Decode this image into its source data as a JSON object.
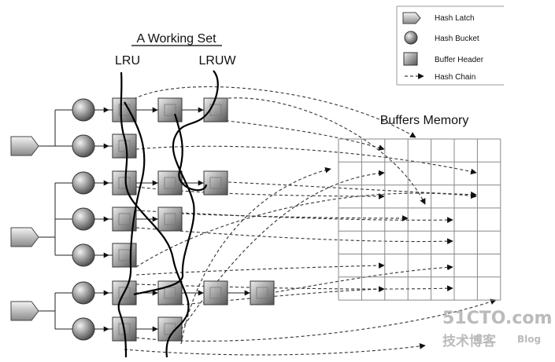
{
  "title": "A Working Set",
  "labels": {
    "lru": "LRU",
    "lruw": "LRUW",
    "buffers_memory": "Buffers Memory"
  },
  "legend": {
    "hash_latch": "Hash Latch",
    "hash_bucket": "Hash Bucket",
    "buffer_header": "Buffer Header",
    "hash_chain": "Hash Chain"
  },
  "watermark": {
    "site": "51CTO.com",
    "sub": "技术博客",
    "blog": "Blog"
  },
  "structure": {
    "latch_count": 3,
    "buckets_per_latch": [
      2,
      3,
      2
    ],
    "headers_per_bucket": [
      3,
      1,
      3,
      2,
      1,
      4,
      2
    ],
    "grid_cols": 7,
    "grid_rows": 7
  },
  "colors": {
    "line": "#111111",
    "dash": "#333333",
    "shape_dark": "#555555",
    "shape_light": "#e6e6e6"
  }
}
